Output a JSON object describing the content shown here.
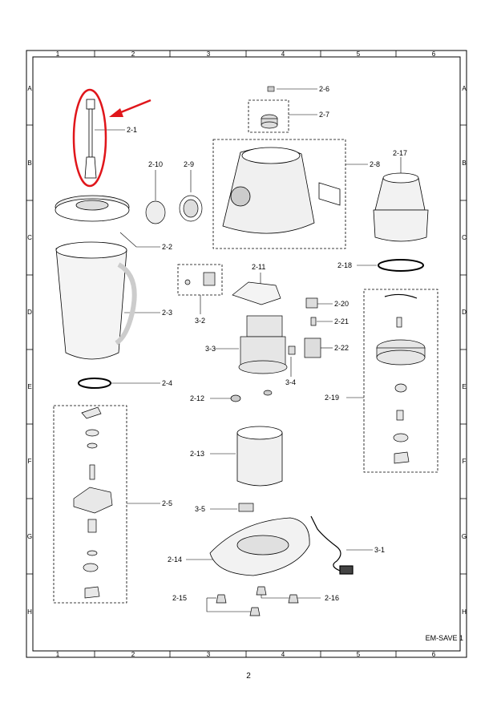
{
  "grid_cols": [
    "1",
    "2",
    "3",
    "4",
    "5",
    "6"
  ],
  "grid_rows": [
    "A",
    "B",
    "C",
    "D",
    "E",
    "F",
    "G",
    "H"
  ],
  "model": "EM-SAVE 1",
  "page_number": "2",
  "callouts": [
    "2-1",
    "2-2",
    "2-3",
    "2-4",
    "2-5",
    "2-6",
    "2-7",
    "2-8",
    "2-9",
    "2-10",
    "2-11",
    "2-12",
    "2-13",
    "2-14",
    "2-15",
    "2-16",
    "2-17",
    "2-18",
    "2-19",
    "2-20",
    "2-21",
    "2-22",
    "3-1",
    "3-2",
    "3-3",
    "3-4",
    "3-5"
  ],
  "colors": {
    "line": "#000000",
    "highlight": "#e0161b",
    "shade": "#d9d9d9"
  }
}
